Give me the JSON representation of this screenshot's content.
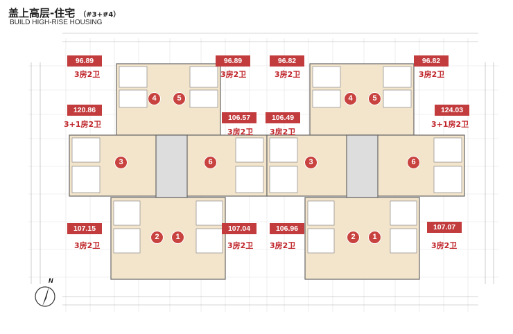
{
  "header": {
    "title": "盖上高层-住宅",
    "building_numbers": "（#3+#4）",
    "subtitle": "BUILD HIGH-RISE HOUSING"
  },
  "compass": {
    "label": "N"
  },
  "units": [
    {
      "area": "96.89",
      "type": "3房2卫"
    },
    {
      "area": "96.89",
      "type": "3房2卫"
    },
    {
      "area": "96.82",
      "type": "3房2卫"
    },
    {
      "area": "96.82",
      "type": "3房2卫"
    },
    {
      "area": "120.86",
      "type": "3+1房2卫"
    },
    {
      "area": "106.57",
      "type": "3房2卫"
    },
    {
      "area": "106.49",
      "type": "3房2卫"
    },
    {
      "area": "124.03",
      "type": "3+1房2卫"
    },
    {
      "area": "107.15",
      "type": "3房2卫"
    },
    {
      "area": "107.04",
      "type": "3房2卫"
    },
    {
      "area": "106.96",
      "type": "3房2卫"
    },
    {
      "area": "107.07",
      "type": "3房2卫"
    }
  ],
  "unit_numbers": [
    "4",
    "5",
    "3",
    "6",
    "2",
    "1",
    "4",
    "5",
    "3",
    "6",
    "2",
    "1"
  ],
  "colors": {
    "label_red": "#c23b3d",
    "text_red": "#c0262b"
  }
}
